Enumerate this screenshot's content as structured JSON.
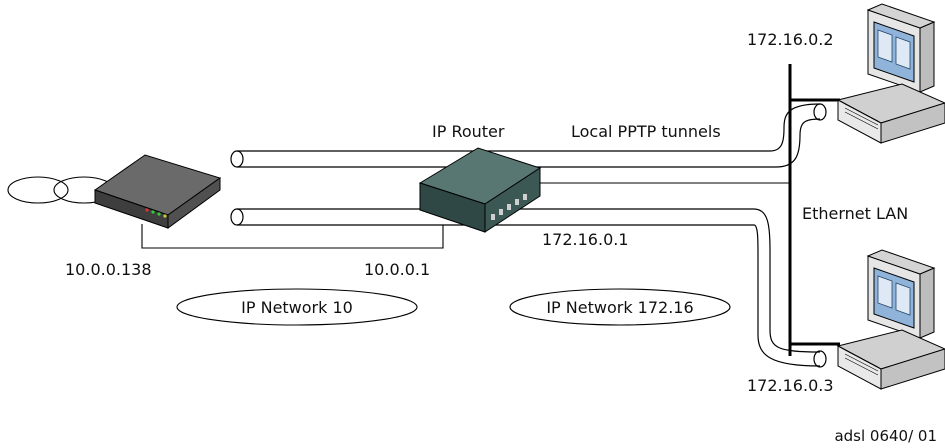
{
  "labels": {
    "router": "IP Router",
    "tunnels": "Local PPTP tunnels",
    "pc_top_ip": "172.16.0.2",
    "pc_bottom_ip": "172.16.0.3",
    "ethernet": "Ethernet LAN",
    "router_lan_ip": "172.16.0.1",
    "router_wan_ip": "10.0.0.1",
    "modem_ip": "10.0.0.138",
    "network_10": "IP Network 10",
    "network_172": "IP Network 172.16",
    "figure_id": "adsl 0640/ 01"
  },
  "colors": {
    "modem_body": "#5a5a5a",
    "router_body": "#3f5a57",
    "pc_body": "#e6e6e6",
    "pc_screen": "#8fb3d9"
  }
}
